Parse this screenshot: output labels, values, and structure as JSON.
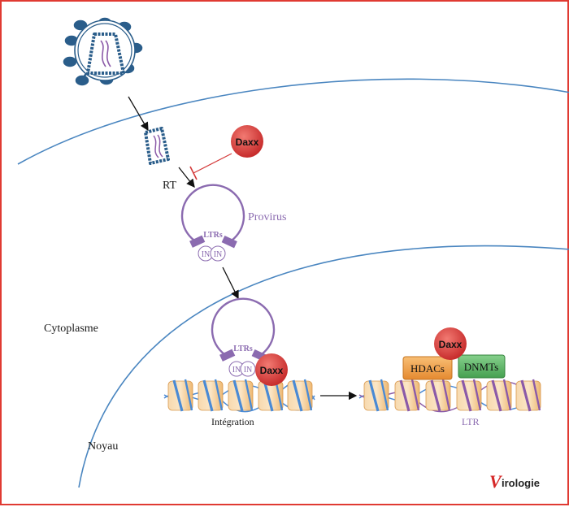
{
  "labels": {
    "rt": "RT",
    "provirus": "Provirus",
    "cytoplasme": "Cytoplasme",
    "noyau": "Noyau",
    "integration": "Intégration",
    "ltr": "LTR",
    "ltrs_top": "LTRs",
    "ltrs_bottom": "LTRs",
    "in_left_top": "IN",
    "in_right_top": "IN",
    "in_left_bottom": "IN",
    "in_right_bottom": "IN",
    "daxx_top": "Daxx",
    "daxx_mid": "Daxx",
    "daxx_right": "Daxx",
    "hdacs": "HDACs",
    "dnmts": "DNMTs",
    "logo_v": "V",
    "logo_rest": "irologie"
  },
  "colors": {
    "frame": "#e03a32",
    "membrane": "#4a86c0",
    "virus": "#2a5d8a",
    "rna": "#8b5aa8",
    "provirus_ring": "#8b6bb0",
    "daxx": "#d93a3a",
    "inhibition": "#d43a3a",
    "nucleosome": "#f5c98e",
    "dna_blue": "#4a8ad4",
    "dna_purple": "#8b5aa8",
    "hdacs": "#f0a04a",
    "dnmts": "#5fb56a"
  }
}
